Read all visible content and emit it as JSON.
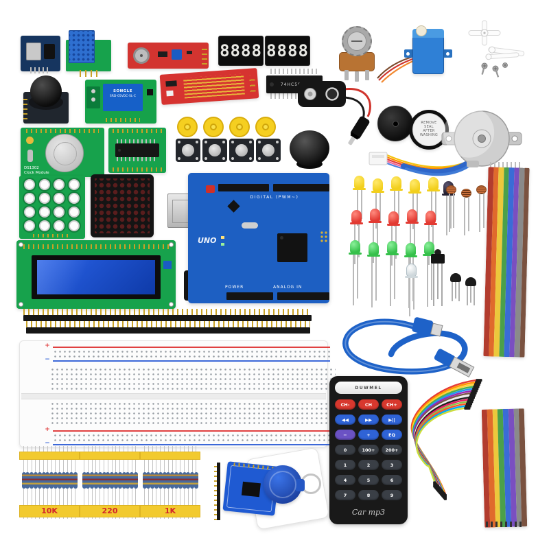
{
  "meta": {
    "description": "Electronics starter kit components laid out on a white background"
  },
  "colors": {
    "arduino_blue": "#1d5fc2",
    "pcb_green": "#17a24c",
    "sensor_red": "#d23430",
    "tape_yellow": "#f2ca2f",
    "cable_blue": "#1e62c8"
  },
  "seven_segment": {
    "module1": "8888",
    "module2": "8888"
  },
  "relay": {
    "brand": "SONGLE",
    "model": "SRD-05VDC-SL-C"
  },
  "shift_ic": {
    "label": "74HC595N"
  },
  "rtc": {
    "line1": "DS1302",
    "line2": "Clock Module"
  },
  "sealed_buzzer": {
    "lines": [
      "REMOVE",
      "SEAL",
      "AFTER",
      "WASHING"
    ]
  },
  "arduino": {
    "digital_label": "DIGITAL (PWM~)",
    "power_label": "POWER",
    "analog_label": "ANALOG IN",
    "board_label": "UNO"
  },
  "breadboard": {
    "plus": "+",
    "minus": "−"
  },
  "resistor_groups": [
    {
      "label": "10K",
      "count": 14
    },
    {
      "label": "220",
      "count": 14
    },
    {
      "label": "1K",
      "count": 14
    }
  ],
  "led_rows": [
    {
      "name": "yellow-led",
      "count": 5,
      "body": "#f2cf1d",
      "glow": "#ffe96a"
    },
    {
      "name": "red-led",
      "count": 5,
      "body": "#e23a32",
      "glow": "#ff8a7e"
    },
    {
      "name": "green-led",
      "count": 5,
      "body": "#35c04a",
      "glow": "#8af09a"
    }
  ],
  "keypad": {
    "rows": 4,
    "cols": 4
  },
  "button_caps": {
    "count": 4
  },
  "tact_buttons": {
    "count": 4
  },
  "photoresistors": {
    "count": 3
  },
  "remote": {
    "brand": "DUWMEL",
    "footer": "Car mp3",
    "rows": [
      [
        {
          "label": "CH-",
          "bg": "#d8382e"
        },
        {
          "label": "CH",
          "bg": "#d8382e"
        },
        {
          "label": "CH+",
          "bg": "#d8382e"
        }
      ],
      [
        {
          "label": "◀◀",
          "bg": "#2f63d6"
        },
        {
          "label": "▶▶",
          "bg": "#2f63d6"
        },
        {
          "label": "▶||",
          "bg": "#2f63d6"
        }
      ],
      [
        {
          "label": "−",
          "bg": "#6b52c4"
        },
        {
          "label": "+",
          "bg": "#2f63d6"
        },
        {
          "label": "EQ",
          "bg": "#2f63d6"
        }
      ],
      [
        {
          "label": "0",
          "bg": "#3a3f46"
        },
        {
          "label": "100+",
          "bg": "#3a3f46"
        },
        {
          "label": "200+",
          "bg": "#3a3f46"
        }
      ],
      [
        {
          "label": "1",
          "bg": "#3a3f46"
        },
        {
          "label": "2",
          "bg": "#3a3f46"
        },
        {
          "label": "3",
          "bg": "#3a3f46"
        }
      ],
      [
        {
          "label": "4",
          "bg": "#3a3f46"
        },
        {
          "label": "5",
          "bg": "#3a3f46"
        },
        {
          "label": "6",
          "bg": "#3a3f46"
        }
      ],
      [
        {
          "label": "7",
          "bg": "#3a3f46"
        },
        {
          "label": "8",
          "bg": "#3a3f46"
        },
        {
          "label": "9",
          "bg": "#3a3f46"
        }
      ]
    ]
  },
  "ribbon_colors": [
    "#b23c2e",
    "#e06a2c",
    "#ecc83c",
    "#4ba04a",
    "#3a6cd6",
    "#7a4fc0",
    "#8a8a8a",
    "#7a5240"
  ],
  "stepper_wire_colors": [
    "#f4c20d",
    "#ff8a00",
    "#e53935",
    "#f06292",
    "#4a7de0"
  ],
  "jumper_colors": [
    "#e53935",
    "#ff9800",
    "#ffd23a",
    "#4caf50",
    "#2196f3",
    "#9c27b0",
    "#795548",
    "#eeeeee",
    "#212121",
    "#e91e63",
    "#8bc34a",
    "#ff5722",
    "#03a9f4",
    "#cddc39"
  ]
}
